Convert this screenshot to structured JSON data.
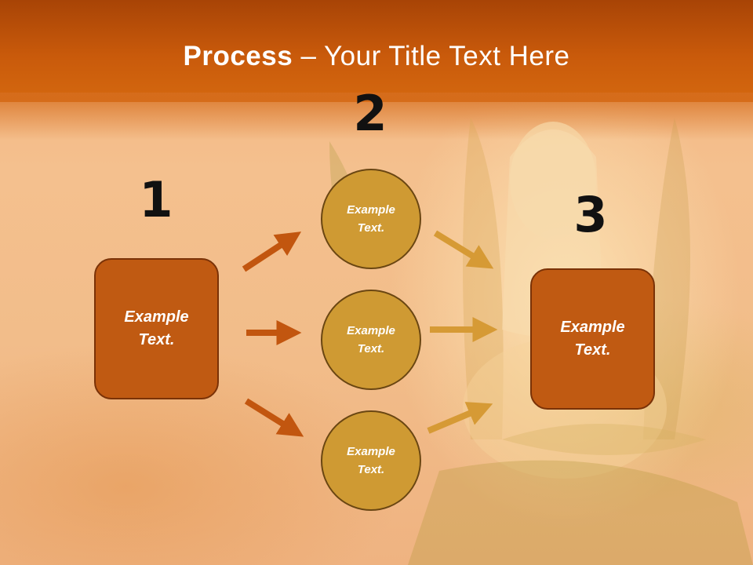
{
  "title": {
    "bold": "Process",
    "rest": " – Your Title Text Here"
  },
  "steps": {
    "one": {
      "number": "1",
      "text": "Example\nText."
    },
    "two": {
      "number": "2"
    },
    "three": {
      "number": "3",
      "text": "Example\nText."
    }
  },
  "circles": [
    {
      "text": "Example\nText."
    },
    {
      "text": "Example\nText."
    },
    {
      "text": "Example\nText."
    }
  ],
  "colors": {
    "box_fill": "#c05a12",
    "circle_fill": "#cf9a33",
    "arrow_left": "#c2560f",
    "arrow_right": "#d69a35",
    "title_bar": "#c95a0b"
  }
}
